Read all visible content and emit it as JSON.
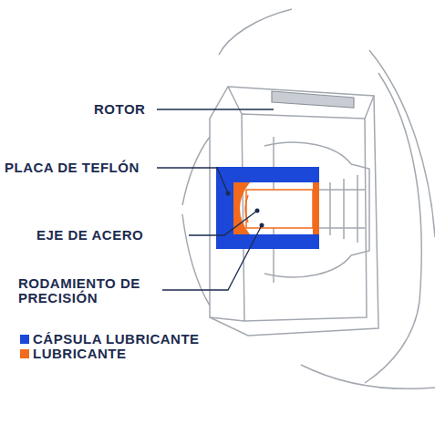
{
  "diagram": {
    "labels": [
      "ROTOR",
      "PLACA DE TEFLÓN",
      "EJE DE ACERO",
      "RODAMIENTO DE PRECISIÓN"
    ],
    "legend": [
      {
        "text": "CÁPSULA LUBRICANTE",
        "color": "#1b48d8"
      },
      {
        "text": "LUBRICANTE",
        "color": "#f26b1d"
      }
    ]
  }
}
